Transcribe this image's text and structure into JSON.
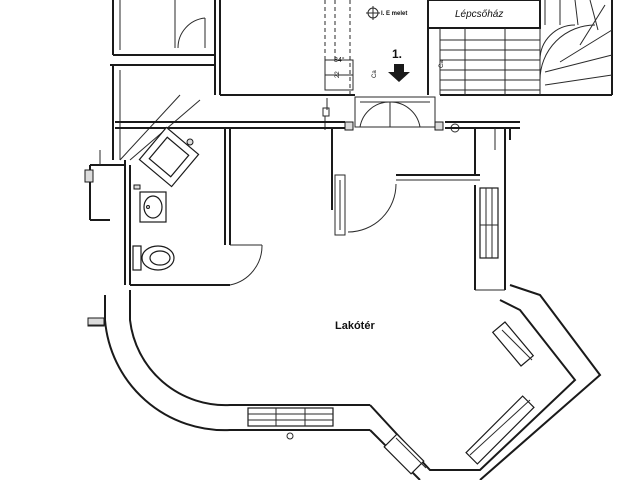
{
  "plan": {
    "rooms": {
      "living_room": "Lakótér",
      "stairwell": "Lépcsőház"
    },
    "markers": {
      "level_note": "I. E melet",
      "entry_number": "1."
    },
    "dimensions": {
      "dim_a": "34°",
      "dim_b": "22",
      "dim_c": "Ca",
      "dim_d": "Ca"
    }
  }
}
